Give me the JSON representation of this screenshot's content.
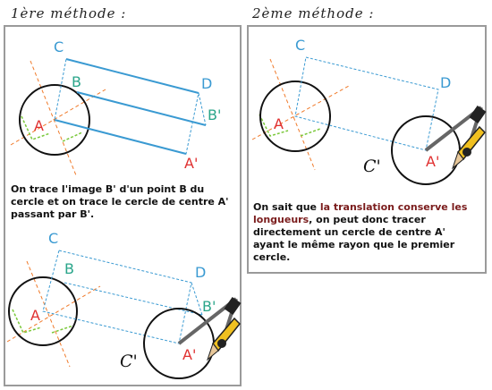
{
  "method1": {
    "title": "1ère méthode :",
    "caption": "On trace l'image B' d'un point B du cercle et on trace le cercle de centre A' passant par B'."
  },
  "method2": {
    "title": "2ème méthode :",
    "caption_before": "On sait que ",
    "caption_highlight": "la translation conserve les longueurs",
    "caption_after": ", on peut donc tracer directement un cercle de centre A' ayant le même rayon que le premier cercle."
  },
  "labels": {
    "A": "A",
    "B": "B",
    "C": "C",
    "D": "D",
    "A2": "A'",
    "B2": "B'",
    "circle2": "C'"
  },
  "colors": {
    "label_A": "#e03030",
    "label_B": "#2aa58a",
    "label_C": "#3a9ad2",
    "label_D": "#3a9ad2",
    "label_B2": "#2aa58a",
    "label_A2": "#e03030",
    "translation": "#3a9ad2",
    "axis": "#f07a2a",
    "angle": "#7ac83a",
    "highlight": "#7a1c1c"
  }
}
